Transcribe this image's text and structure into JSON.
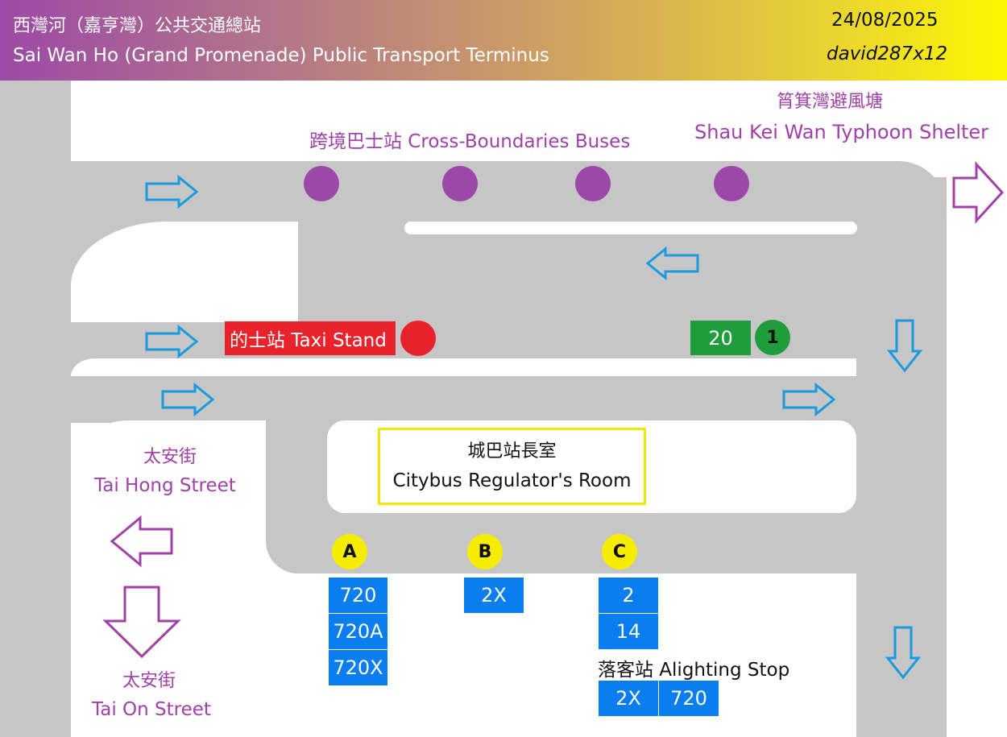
{
  "header": {
    "title_zh": "西灣河（嘉亨灣）公共交通總站",
    "title_en": "Sai Wan Ho (Grand Promenade) Public Transport Terminus",
    "date": "24/08/2025",
    "author": "david287x12"
  },
  "places": {
    "typhoon_zh": "筲箕灣避風塘",
    "typhoon_en": "Shau Kei Wan Typhoon Shelter",
    "tai_hong_zh": "太安街",
    "tai_hong_en": "Tai Hong Street",
    "tai_on_zh": "太安街",
    "tai_on_en": "Tai On Street"
  },
  "cross_boundary": {
    "label": "跨境巴士站 Cross-Boundaries Buses"
  },
  "taxi": {
    "label": "的士站 Taxi Stand"
  },
  "green_stop": {
    "route": "20",
    "stop_no": "1"
  },
  "regulator": {
    "line1": "城巴站長室",
    "line2": "Citybus Regulator's Room"
  },
  "bays": [
    {
      "letter": "A",
      "routes": [
        "720",
        "720A",
        "720X"
      ]
    },
    {
      "letter": "B",
      "routes": [
        "2X"
      ]
    },
    {
      "letter": "C",
      "routes": [
        "2",
        "14"
      ]
    }
  ],
  "alighting": {
    "label": "落客站 Alighting Stop",
    "routes": [
      "2X",
      "720"
    ]
  },
  "colors": {
    "road": "#c6c6c6",
    "cross_boundary_stop": "#9b48a8",
    "taxi": "#e8232b",
    "green_stop": "#1f9d3c",
    "route_box": "#0a7ef0",
    "bay_badge": "#f5ec00",
    "flow_arrow": "#1a9ae0",
    "exit_arrow": "#a040a8"
  },
  "icons": [
    "arrow-right-icon",
    "arrow-left-icon",
    "arrow-down-icon"
  ]
}
